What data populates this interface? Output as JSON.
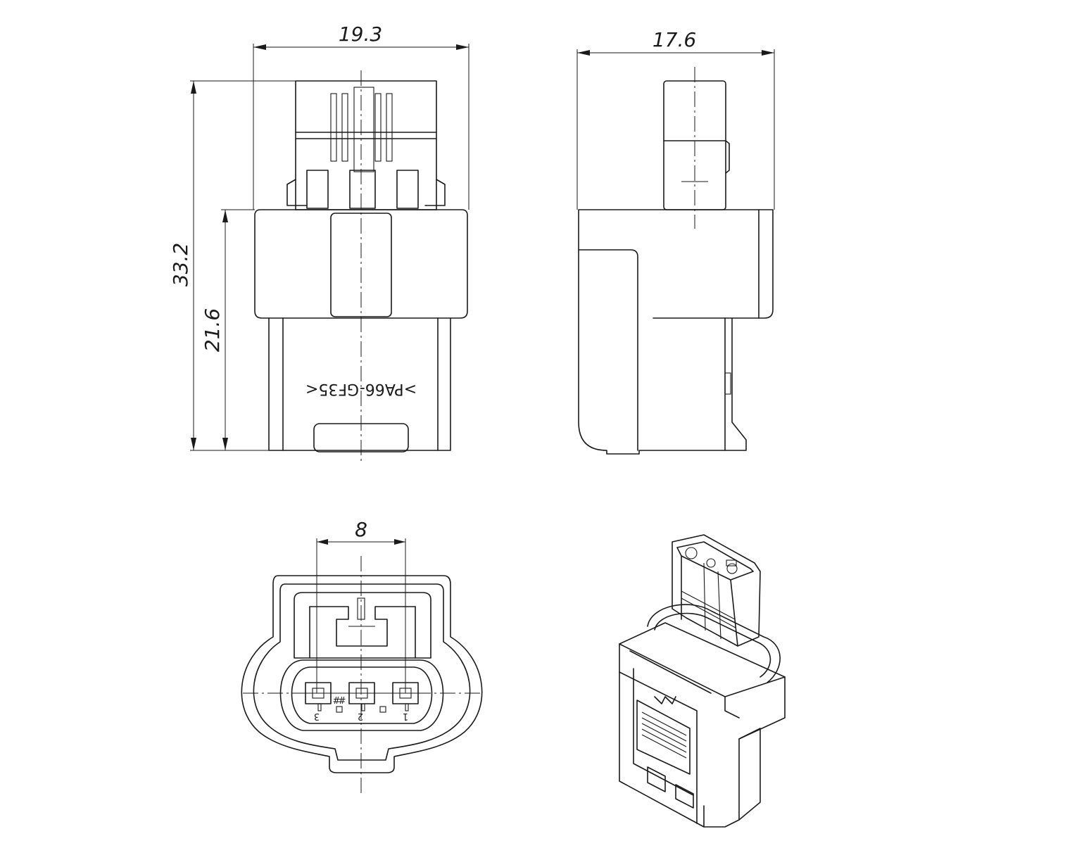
{
  "dimensions": {
    "front_width": "19.3",
    "front_height_total": "33.2",
    "front_height_body": "21.6",
    "side_width": "17.6",
    "pin_pitch": "8"
  },
  "material_mark": ">PA66-GF35<",
  "pin_labels": [
    "3",
    "2",
    "1"
  ],
  "pin_mark_symbol": "#",
  "colors": {
    "line": "#1a1a1a",
    "background": "#ffffff"
  }
}
